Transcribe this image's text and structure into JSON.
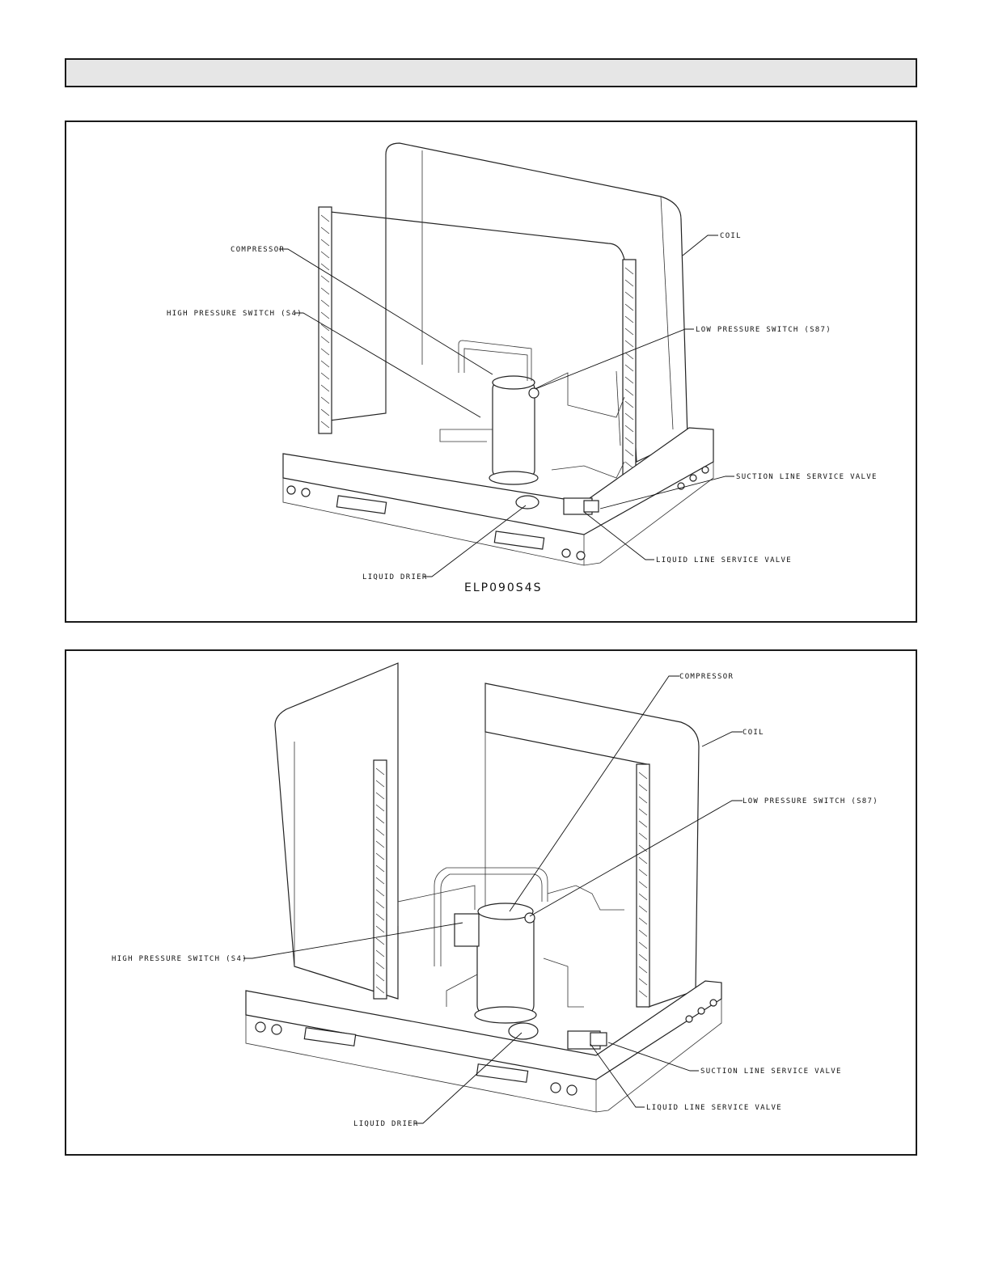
{
  "panel1": {
    "model": "ELP090S4S",
    "labels": {
      "compressor": "COMPRESSOR",
      "coil": "COIL",
      "high_pressure_switch": "HIGH PRESSURE SWITCH (S4)",
      "low_pressure_switch": "LOW PRESSURE SWITCH (S87)",
      "suction_valve": "SUCTION LINE SERVICE VALVE",
      "liquid_valve": "LIQUID LINE SERVICE VALVE",
      "liquid_drier": "LIQUID DRIER"
    }
  },
  "panel2": {
    "labels": {
      "compressor": "COMPRESSOR",
      "coil": "COIL",
      "high_pressure_switch": "HIGH PRESSURE SWITCH (S4)",
      "low_pressure_switch": "LOW PRESSURE SWITCH (S87)",
      "suction_valve": "SUCTION LINE SERVICE VALVE",
      "liquid_valve": "LIQUID LINE SERVICE VALVE",
      "liquid_drier": "LIQUID DRIER"
    }
  }
}
